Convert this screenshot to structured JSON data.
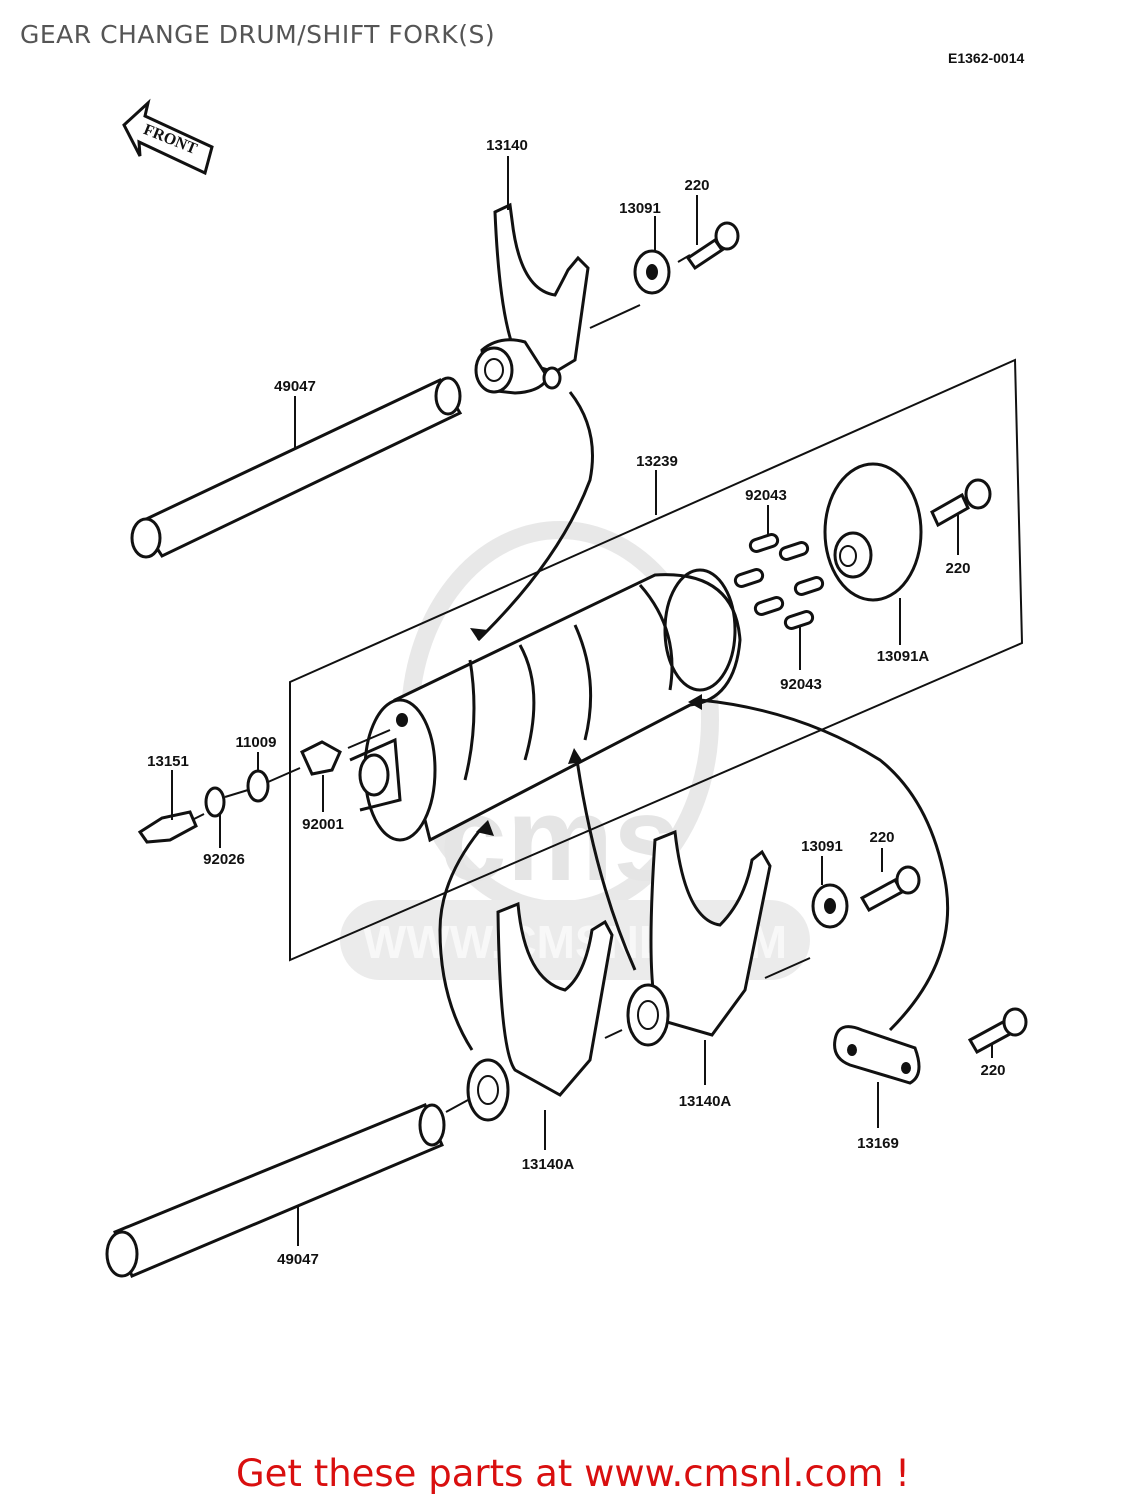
{
  "header": {
    "title": "GEAR CHANGE DRUM/SHIFT FORK(S)",
    "diagram_code": "E1362-0014"
  },
  "orientation_arrow": {
    "label": "FRONT"
  },
  "watermark": {
    "text": "WWW.CMSNL.COM",
    "logo_text": "cms"
  },
  "callouts": [
    "13140",
    "13091",
    "220",
    "49047",
    "13239",
    "92043",
    "220",
    "13091A",
    "92043",
    "13151",
    "11009",
    "92001",
    "92026",
    "13091",
    "220",
    "13140A",
    "13140A",
    "13169",
    "220",
    "49047"
  ],
  "promo": {
    "text": "Get these parts at www.cmsnl.com !"
  },
  "colors": {
    "title": "#555555",
    "promo": "#d90f0f",
    "line_art": "#111111",
    "watermark": "#e4e4e4"
  }
}
